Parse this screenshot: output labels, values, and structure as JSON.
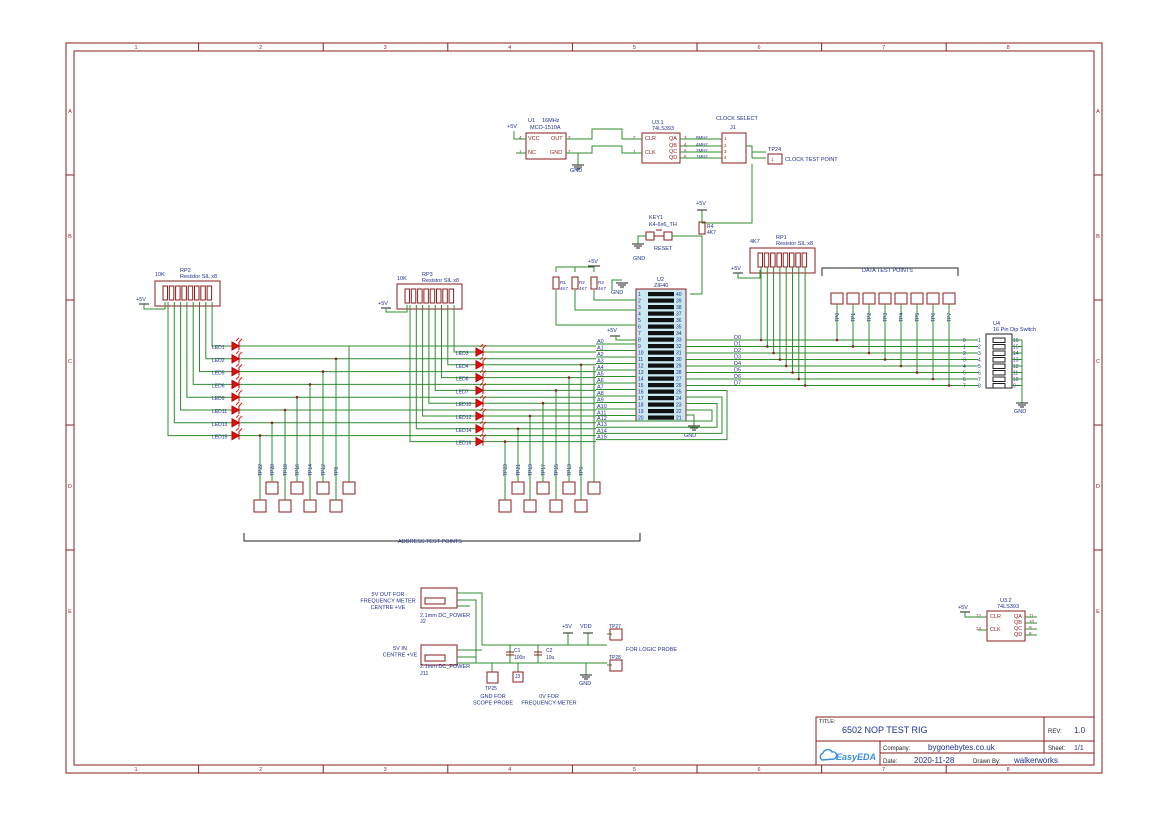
{
  "border": {
    "columns": [
      "1",
      "2",
      "3",
      "4",
      "5",
      "6",
      "7",
      "8"
    ],
    "rows": [
      "A",
      "B",
      "C",
      "D",
      "E"
    ]
  },
  "title_block": {
    "title_label": "TITLE:",
    "title": "6502 NOP TEST RIG",
    "rev_label": "REV:",
    "rev": "1.0",
    "company_label": "Company:",
    "company": "bygonebytes.co.uk",
    "sheet_label": "Sheet:",
    "sheet": "1/1",
    "date_label": "Date:",
    "date": "2020-11-28",
    "drawn_label": "Drawn By:",
    "drawn_by": "walkerworks",
    "logo": "EasyEDA"
  },
  "oscillator": {
    "ref": "U1",
    "freq": "16MHz",
    "part": "MCO-1510A",
    "pins": [
      "VCC",
      "OUT",
      "NC",
      "GND"
    ],
    "pin_nums": [
      "4",
      "3",
      "1",
      "2"
    ],
    "vcc": "+5V",
    "gnd": "GND"
  },
  "counter": {
    "ref": "U3.1",
    "part": "74LS393",
    "pins_left": [
      "CLR",
      "CLK"
    ],
    "pin_left_nums": [
      "2",
      "1"
    ],
    "pins_right": [
      "QA",
      "QB",
      "QC",
      "QD"
    ],
    "pin_right_nums": [
      "3",
      "4",
      "5",
      "6"
    ],
    "freqs": [
      "8MHz",
      "4MHz",
      "2MHz",
      "1MHz"
    ]
  },
  "clock_select": {
    "title": "CLOCK SELECT",
    "ref": "J1",
    "pin_nums": [
      "1",
      "2",
      "3",
      "4"
    ]
  },
  "tp24": {
    "ref": "TP24",
    "label": "CLOCK TEST POINT",
    "pin": "1"
  },
  "reset": {
    "ref": "KEY1",
    "part": "K4-6x6_TH",
    "label": "RESET",
    "gnd": "GND",
    "r4": "R4",
    "r4_val": "4K7",
    "vcc": "+5V"
  },
  "cpu": {
    "ref": "U2",
    "part": "ZIF40",
    "vcc": "+5V",
    "gnd": "GND",
    "left_pins": [
      "1",
      "2",
      "3",
      "4",
      "5",
      "6",
      "7",
      "8",
      "9",
      "10",
      "11",
      "12",
      "13",
      "14",
      "15",
      "16",
      "17",
      "18",
      "19",
      "20"
    ],
    "right_pins": [
      "40",
      "39",
      "38",
      "37",
      "36",
      "35",
      "34",
      "33",
      "32",
      "31",
      "30",
      "29",
      "28",
      "27",
      "26",
      "25",
      "24",
      "23",
      "22",
      "21"
    ]
  },
  "pullups": {
    "vcc": "+5V",
    "gnd": "GND",
    "refs": [
      "R1",
      "R2",
      "R3"
    ],
    "vals": [
      "4K7",
      "4K7",
      "4K7"
    ]
  },
  "address_labels": [
    "A0",
    "A1",
    "A2",
    "A3",
    "A4",
    "A5",
    "A6",
    "A7",
    "A8",
    "A9",
    "A10",
    "A11",
    "A12",
    "A13",
    "A14",
    "A15"
  ],
  "data_labels": [
    "D0",
    "D1",
    "D2",
    "D3",
    "D4",
    "D5",
    "D6",
    "D7"
  ],
  "rp1": {
    "ref": "RP1",
    "part": "Resistor SIL x8",
    "value": "4K7",
    "vcc": "+5V"
  },
  "rp2": {
    "ref": "RP2",
    "part": "Resistor SIL x8",
    "value": "10K",
    "vcc": "+5V"
  },
  "rp3": {
    "ref": "RP3",
    "part": "Resistor SIL x8",
    "value": "10K",
    "vcc": "+5V"
  },
  "leds_left": [
    "LED1",
    "LED2",
    "LED5",
    "LED6",
    "LED9",
    "LED11",
    "LED13",
    "LED15"
  ],
  "leds_right": [
    "LED3",
    "LED4",
    "LED8",
    "LED7",
    "LED10",
    "LED12",
    "LED14",
    "LED16"
  ],
  "data_tp": {
    "title": "DATA TEST POINTS",
    "labels": [
      "TP0",
      "TP1",
      "TP2",
      "TP3",
      "TP4",
      "TP5",
      "TP6",
      "TP7"
    ]
  },
  "addr_tp": {
    "title": "ADDRESS TEST POINTS",
    "left": [
      "TP22",
      "TP20",
      "TP18",
      "TP16",
      "TP14",
      "TP12",
      "TP8"
    ],
    "right": [
      "TP23",
      "TP21",
      "TP19",
      "TP17",
      "TP15",
      "TP13",
      "TP9"
    ]
  },
  "dip": {
    "ref": "U4",
    "part": "16 Pin Dip Switch",
    "gnd": "GND",
    "left_nums": [
      "1",
      "2",
      "3",
      "4",
      "5",
      "6",
      "7",
      "8"
    ],
    "right_nums": [
      "16",
      "15",
      "14",
      "13",
      "12",
      "11",
      "10",
      "9"
    ],
    "inner_nums": [
      "0",
      "1",
      "2",
      "3",
      "4",
      "5",
      "6",
      "7"
    ]
  },
  "power": {
    "j2_note": "5V OUT FOR\nFREQUENCY METER\nCENTRE +VE",
    "j2_label": "2.1mm DC_POWER",
    "j2_ref": "J2",
    "j11_note": "5V IN\nCENTRE +VE",
    "j11_label": "2.1mm DC_POWER",
    "j11_ref": "J11",
    "c1": "C1",
    "c1_val": "100n",
    "c2": "C2",
    "c2_val": "10u",
    "vcc": "+5V",
    "vdd": "VDD",
    "gnd": "GND",
    "tp27": "TP27",
    "tp28": "TP28",
    "logic_probe": "FOR LOGIC PROBE",
    "tp25": "TP25",
    "tp25_note": "GND FOR\nSCOPE PROBE",
    "j3": "J3",
    "j3_note": "0V FOR\nFREQUENCY METER"
  },
  "u32": {
    "ref": "U3.2",
    "part": "74LS393",
    "vcc": "+5V",
    "pins_left": [
      "CLR",
      "CLK"
    ],
    "pin_left_nums": [
      "12",
      "13"
    ],
    "pins_right": [
      "QA",
      "QB",
      "QC",
      "QD"
    ],
    "pin_right_nums": [
      "11",
      "10",
      "9",
      "8"
    ]
  },
  "colors": {
    "border": "#8b1e1e",
    "wire": "#2e8b2e",
    "text": "#1f2f8f",
    "part": "#8b1e1e",
    "cpu_fill": "#c9e8f0"
  }
}
